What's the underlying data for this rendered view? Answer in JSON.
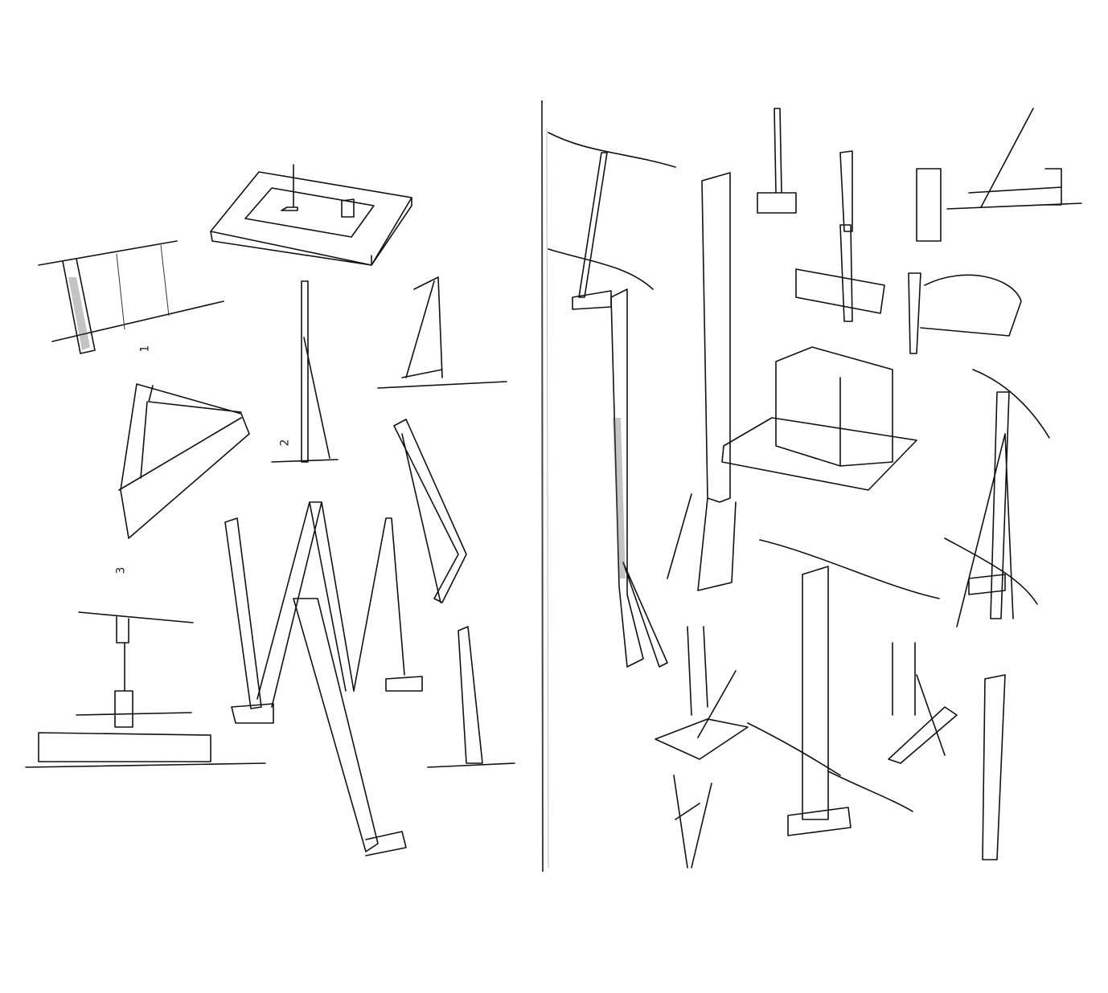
{
  "sketchbook": {
    "left_page": {
      "sketch_numbers": [
        "1",
        "2",
        "3"
      ]
    },
    "ink_color": "#111111",
    "paper_color": "#ffffff"
  }
}
